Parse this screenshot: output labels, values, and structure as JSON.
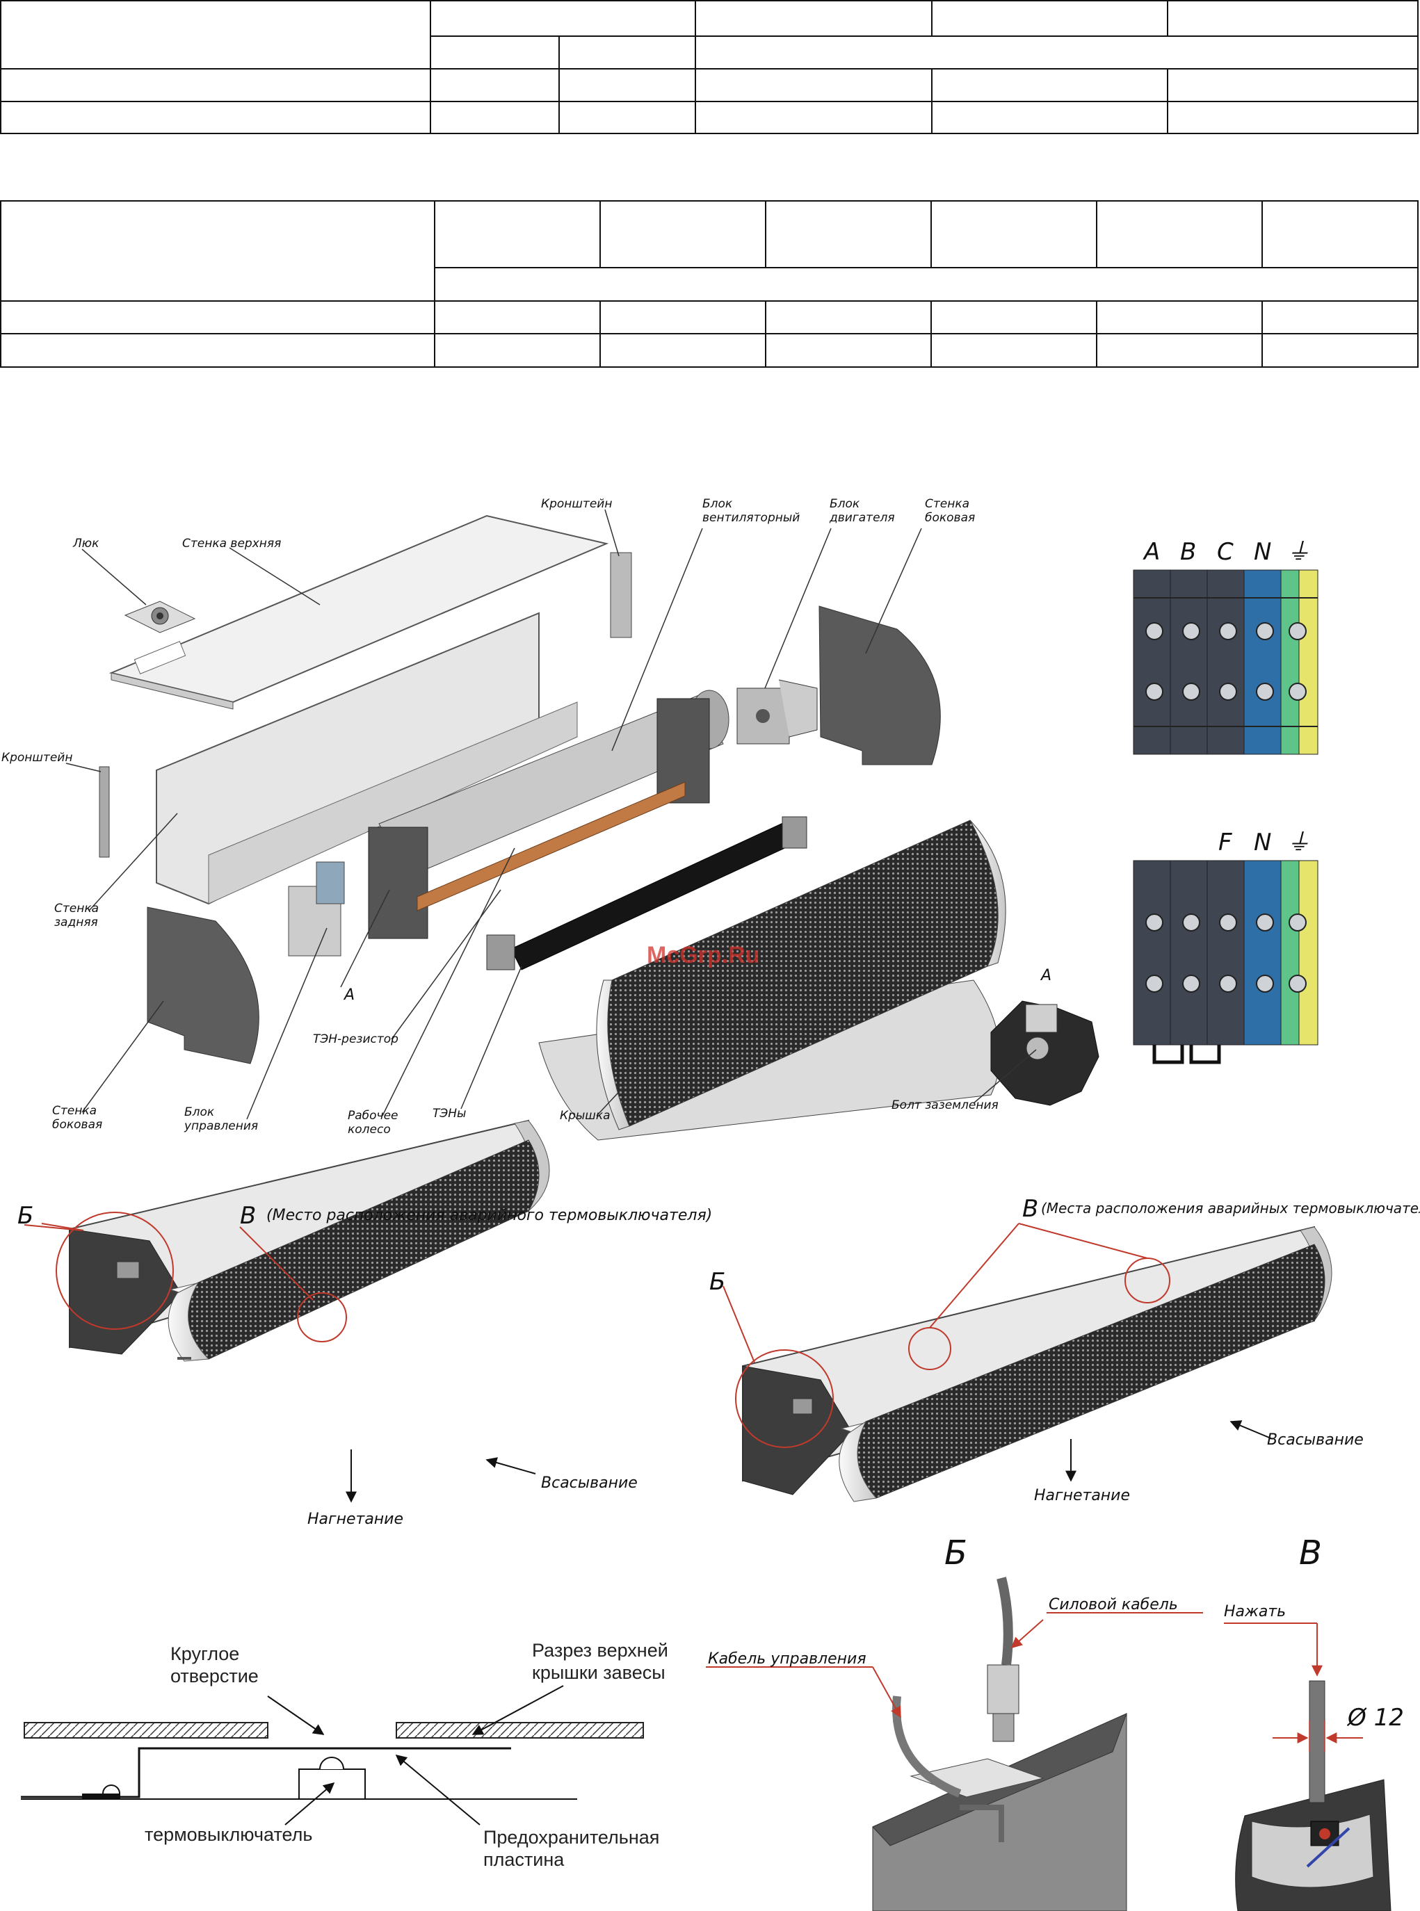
{
  "exploded_view": {
    "labels": {
      "hatch": "Люк",
      "top_wall": "Стенка верхняя",
      "bracket_top": "Кронштейн",
      "fan_block_1": "Блок",
      "fan_block_2": "вентиляторный",
      "motor_block_1": "Блок",
      "motor_block_2": "двигателя",
      "side_wall_r_1": "Стенка",
      "side_wall_r_2": "боковая",
      "bracket_left": "Кронштейн",
      "rear_wall_1": "Стенка",
      "rear_wall_2": "задняя",
      "detail_a": "А",
      "heater_resistor": "ТЭН-резистор",
      "side_wall_l_1": "Стенка",
      "side_wall_l_2": "боковая",
      "control_block_1": "Блок",
      "control_block_2": "управления",
      "impeller_1": "Рабочее",
      "impeller_2": "колесо",
      "heaters": "ТЭНы",
      "cover": "Крышка",
      "detail_a_zoom": "А",
      "ground_bolt": "Болт заземления"
    },
    "watermark": "McGrp.Ru"
  },
  "terminals": {
    "three_phase": [
      "A",
      "B",
      "C",
      "N",
      "⏚"
    ],
    "single_phase": [
      "F",
      "N",
      "⏚"
    ]
  },
  "units": {
    "left": {
      "label_b": "Б",
      "label_v": "В",
      "label_v_note": "(Место расположения аварийного термовыключателя)",
      "intake": "Всасывание",
      "discharge": "Нагнетание"
    },
    "right": {
      "label_b": "Б",
      "label_v": "В",
      "label_v_note": "(Места расположения аварийных термовыключателей)",
      "intake": "Всасывание",
      "discharge": "Нагнетание"
    }
  },
  "section": {
    "round_hole_1": "Круглое",
    "round_hole_2": "отверстие",
    "cut_1": "Разрез верхней",
    "cut_2": "крышки завесы",
    "thermo_switch": "термовыключатель",
    "plate_1": "Предохранительная",
    "plate_2": "пластина"
  },
  "detail_b": {
    "title": "Б",
    "power_cable": "Силовой кабель",
    "control_cable": "Кабель управления"
  },
  "detail_v": {
    "title": "В",
    "press": "Нажать",
    "diameter": "Ø 12"
  }
}
